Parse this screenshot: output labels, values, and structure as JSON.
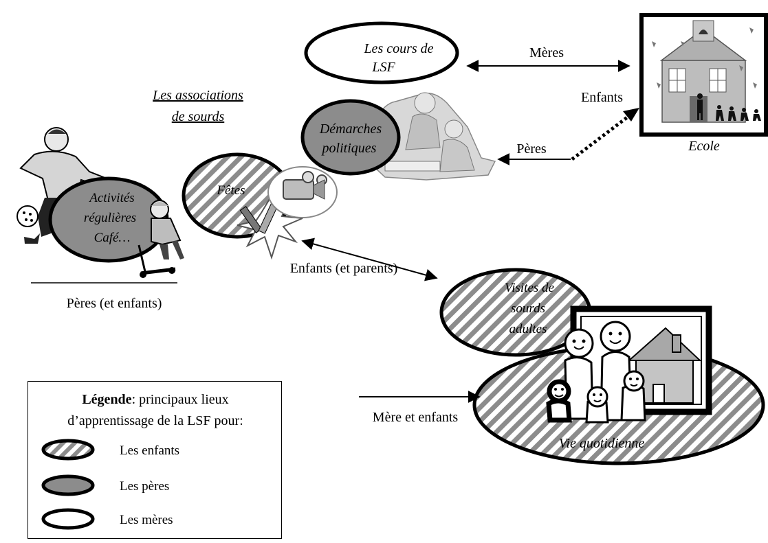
{
  "associations_title_line1": "Les associations",
  "associations_title_line2": "de sourds",
  "cours_lsf_line1": "Les cours de",
  "cours_lsf_line2": "LSF",
  "demarches_line1": "Démarches",
  "demarches_line2": "politiques",
  "activites_line1": "Activités",
  "activites_line2": "régulières",
  "activites_line3": "Café…",
  "fetes": "Fêtes",
  "visites_line1": "Visites de",
  "visites_line2": "sourds",
  "visites_line3": "adultes",
  "vie_quotidienne": "Vie quotidienne",
  "ecole": "Ecole",
  "arrow_meres": "Mères",
  "arrow_peres": "Pères",
  "arrow_enfants_ecole": "Enfants",
  "arrow_enfants_parents": "Enfants (et parents)",
  "arrow_mere_enfants": "Mère et enfants",
  "peres_et_enfants": "Pères (et enfants)",
  "legend": {
    "title_bold": "Légende",
    "title_rest": ": principaux lieux",
    "title_line2": "d’apprentissage de la LSF pour:",
    "items": [
      "Les enfants",
      "Les pères",
      "Les mères"
    ]
  },
  "colors": {
    "peres_fill": "#8c8c8c",
    "enfants_stripe": "#8c8c8c",
    "meres_fill": "#ffffff"
  },
  "icons": [
    "soccer-player-clipart",
    "child-scooter-clipart",
    "fireworks-clipart",
    "video-camera-icon",
    "meeting-people-clipart",
    "school-building-clipart",
    "family-house-clipart"
  ]
}
